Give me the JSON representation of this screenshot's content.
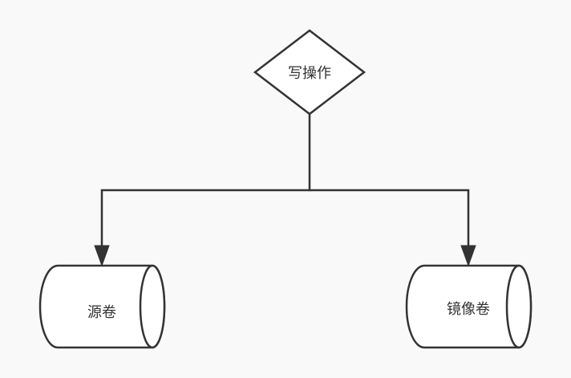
{
  "diagram": {
    "nodes": {
      "write_op": {
        "label": "写操作",
        "shape": "diamond"
      },
      "source_volume": {
        "label": "源卷",
        "shape": "cylinder-horizontal"
      },
      "mirror_volume": {
        "label": "镜像卷",
        "shape": "cylinder-horizontal"
      }
    },
    "edges": [
      {
        "from": "写操作",
        "to": "源卷",
        "arrow": "end"
      },
      {
        "from": "写操作",
        "to": "镜像卷",
        "arrow": "end"
      }
    ]
  },
  "colors": {
    "background": "#f9f9f9",
    "stroke": "#333333",
    "fill": "#ffffff"
  }
}
